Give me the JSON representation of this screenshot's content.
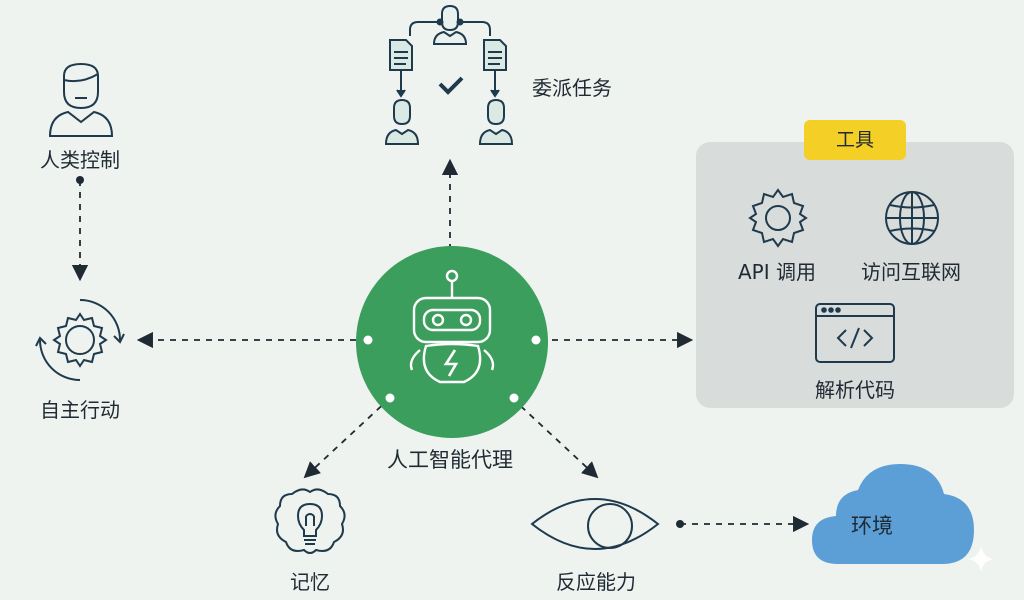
{
  "center": {
    "label": "人工智能代理",
    "icon": "robot-icon",
    "color": "#3b9e5d"
  },
  "nodes": {
    "human_control": {
      "label": "人类控制",
      "icon": "person-icon"
    },
    "autonomous_action": {
      "label": "自主行动",
      "icon": "gear-cycle-icon"
    },
    "delegate_tasks": {
      "label": "委派任务",
      "icon": "workflow-icon"
    },
    "memory": {
      "label": "记忆",
      "icon": "brain-bulb-icon"
    },
    "reactive": {
      "label": "反应能力",
      "icon": "eye-icon"
    },
    "environment": {
      "label": "环境",
      "icon": "cloud-icon",
      "color": "#5c9fd6"
    }
  },
  "tools": {
    "title": "工具",
    "title_color": "#f4cf25",
    "items": [
      {
        "label": "API 调用",
        "icon": "gear-icon"
      },
      {
        "label": "访问互联网",
        "icon": "globe-icon"
      },
      {
        "label": "解析代码",
        "icon": "code-window-icon"
      }
    ]
  }
}
